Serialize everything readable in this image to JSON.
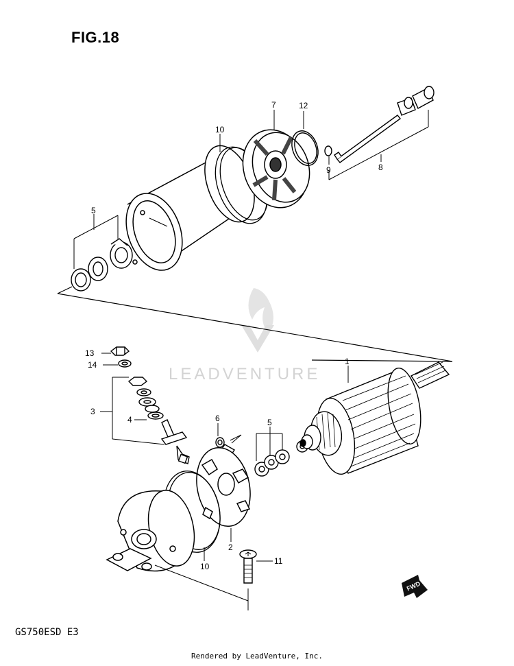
{
  "header": {
    "figure_title": "FIG.18"
  },
  "footer": {
    "model_code": "GS750ESD E3",
    "rendered_by": "Rendered by LeadVenture, Inc."
  },
  "watermark": {
    "text": "LEADVENTURE"
  },
  "fwd_badge": {
    "text": "FWD"
  },
  "callouts": [
    {
      "id": "c1",
      "label": "1"
    },
    {
      "id": "c2",
      "label": "2"
    },
    {
      "id": "c3",
      "label": "3"
    },
    {
      "id": "c4",
      "label": "4"
    },
    {
      "id": "c5a",
      "label": "5"
    },
    {
      "id": "c5b",
      "label": "5"
    },
    {
      "id": "c6",
      "label": "6"
    },
    {
      "id": "c7",
      "label": "7"
    },
    {
      "id": "c8",
      "label": "8"
    },
    {
      "id": "c9",
      "label": "9"
    },
    {
      "id": "c10a",
      "label": "10"
    },
    {
      "id": "c10b",
      "label": "10"
    },
    {
      "id": "c11",
      "label": "11"
    },
    {
      "id": "c12",
      "label": "12"
    },
    {
      "id": "c13",
      "label": "13"
    },
    {
      "id": "c14",
      "label": "14"
    }
  ]
}
